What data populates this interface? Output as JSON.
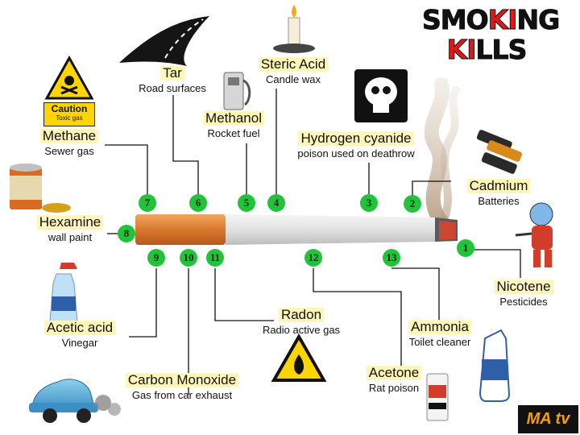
{
  "title": {
    "part1": "SMOKING",
    "part1a": "SMO",
    "part1b": "KI",
    "part1c": "NG",
    "part2a": "KI",
    "part2b": "LL",
    "part2c": "S"
  },
  "caution_sign": {
    "heading": "Caution",
    "sub": "Toxic gas"
  },
  "logo_text": "MA tv",
  "colors": {
    "highlight": "#fff6b8",
    "badge": "#22c33a",
    "title_red": "#e01818"
  },
  "ingredients": [
    {
      "num": "1",
      "name": "Nicotene",
      "use": "Pesticides"
    },
    {
      "num": "2",
      "name": "Cadmium",
      "use": "Batteries"
    },
    {
      "num": "3",
      "name": "Hydrogen cyanide",
      "use": "poison used on deathrow"
    },
    {
      "num": "4",
      "name": "Steric Acid",
      "use": "Candle wax"
    },
    {
      "num": "5",
      "name": "Methanol",
      "use": "Rocket fuel"
    },
    {
      "num": "6",
      "name": "Tar",
      "use": "Road surfaces"
    },
    {
      "num": "7",
      "name": "Methane",
      "use": "Sewer gas"
    },
    {
      "num": "8",
      "name": "Hexamine",
      "use": "wall paint"
    },
    {
      "num": "9",
      "name": "Acetic acid",
      "use": "Vinegar"
    },
    {
      "num": "10",
      "name": "Carbon Monoxide",
      "use": "Gas from car exhaust"
    },
    {
      "num": "11",
      "name": "Radon",
      "use": "Radio active gas"
    },
    {
      "num": "12",
      "name": "Acetone",
      "use": "Rat poison"
    },
    {
      "num": "13",
      "name": "Ammonia",
      "use": "Toilet cleaner"
    }
  ]
}
